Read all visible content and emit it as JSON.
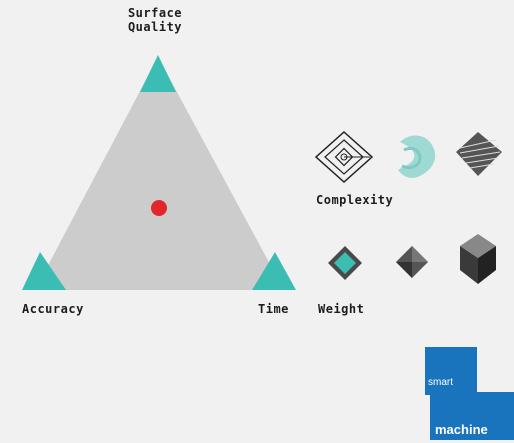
{
  "axes": {
    "top": [
      "Surface",
      "Quality"
    ],
    "bottom_left": "Accuracy",
    "bottom_right": "Time"
  },
  "groups": {
    "complexity": "Complexity",
    "weight": "Weight"
  },
  "logo": {
    "line1": "smart",
    "line2": "machine"
  },
  "colors": {
    "triangle_fill": "#cccccc",
    "corner_marker": "#3bbdb3",
    "point": "#e3262c",
    "logo": "#1a73bd"
  }
}
